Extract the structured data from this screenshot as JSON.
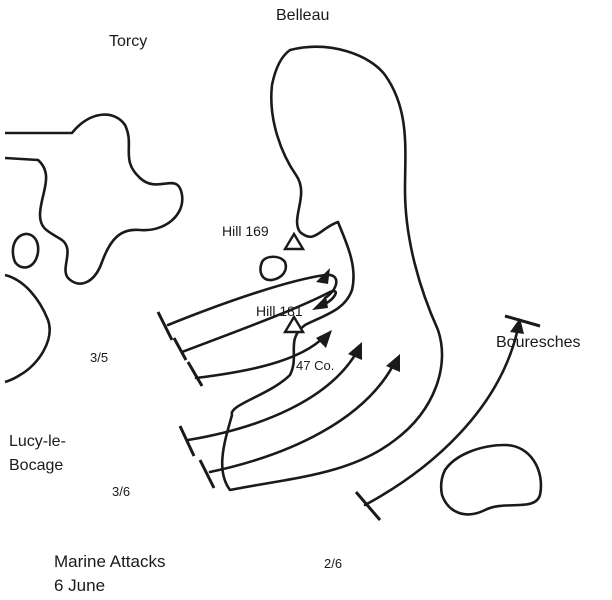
{
  "map": {
    "title_line1": "Marine Attacks",
    "title_line2": "6 June",
    "towns": {
      "belleau": "Belleau",
      "torcy": "Torcy",
      "bouresches": "Bouresches",
      "lucy_line1": "Lucy-le-",
      "lucy_line2": "Bocage"
    },
    "hills": {
      "hill_169": "Hill 169",
      "hill_181": "Hill 181"
    },
    "units": {
      "unit_3_5": "3/5",
      "unit_3_6": "3/6",
      "unit_2_6": "2/6",
      "company_47": "47 Co."
    }
  }
}
